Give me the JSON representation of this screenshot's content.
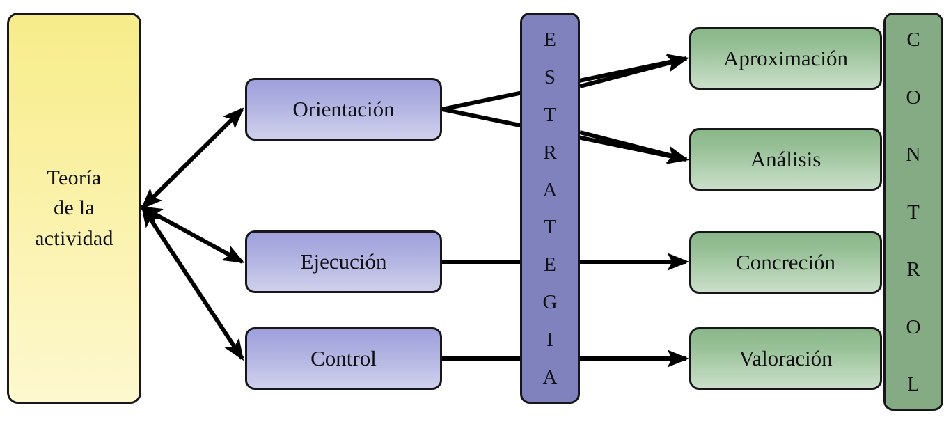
{
  "diagram": {
    "title": "Teoría de la actividad — Estrategia y Control",
    "background": "#ffffff",
    "colors": {
      "theory_top": "#f7ec8a",
      "theory_bottom": "#fdf8cf",
      "phase_top": "#9fa0dc",
      "phase_bottom": "#cfd0ec",
      "result_top": "#8ab78a",
      "result_bottom": "#cadfca",
      "estrategia_band": "#8082bd",
      "control_band": "#85ab84",
      "stroke": "#18161a",
      "connector": "#000000"
    }
  },
  "nodes": {
    "theory": {
      "label": "Teoría\nde la\nactividad"
    },
    "phases": [
      {
        "id": "orientacion",
        "label": "Orientación"
      },
      {
        "id": "ejecucion",
        "label": "Ejecución"
      },
      {
        "id": "control",
        "label": "Control"
      }
    ],
    "results": [
      {
        "id": "aproximacion",
        "label": "Aproximación"
      },
      {
        "id": "analisis",
        "label": "Análisis"
      },
      {
        "id": "concrecion",
        "label": "Concreción"
      },
      {
        "id": "valoracion",
        "label": "Valoración"
      }
    ],
    "bands": [
      {
        "id": "estrategia",
        "label": "ESTRATEGIA",
        "letters": [
          "E",
          "S",
          "T",
          "R",
          "A",
          "T",
          "E",
          "G",
          "I",
          "A"
        ]
      },
      {
        "id": "control",
        "label": "CONTROL",
        "letters": [
          "C",
          "O",
          "N",
          "T",
          "R",
          "O",
          "L"
        ]
      }
    ]
  },
  "edges": [
    {
      "from": "theory",
      "to": "orientacion",
      "arrow": "both"
    },
    {
      "from": "theory",
      "to": "ejecucion",
      "arrow": "both"
    },
    {
      "from": "theory",
      "to": "control",
      "arrow": "both"
    },
    {
      "from": "orientacion",
      "to": "aproximacion",
      "arrow": "end"
    },
    {
      "from": "orientacion",
      "to": "analisis",
      "arrow": "end"
    },
    {
      "from": "ejecucion",
      "to": "concrecion",
      "arrow": "end"
    },
    {
      "from": "control",
      "to": "valoracion",
      "arrow": "end"
    }
  ]
}
